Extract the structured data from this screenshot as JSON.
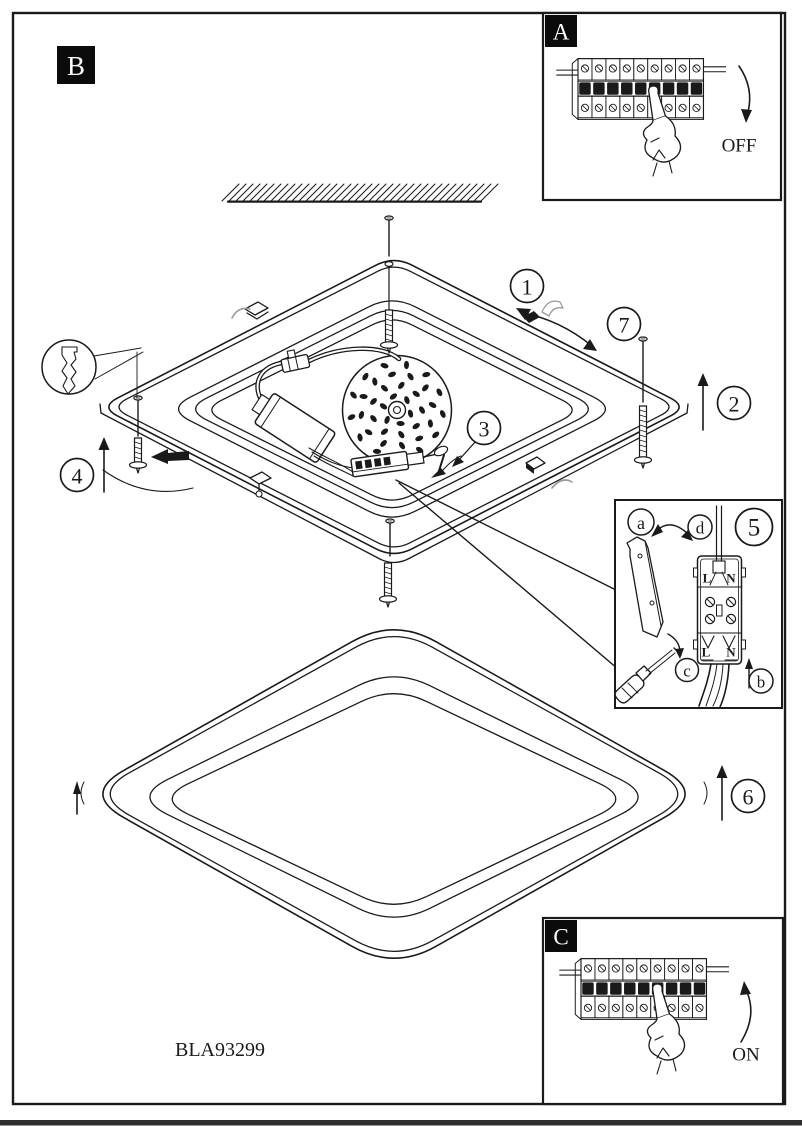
{
  "document": {
    "code": "BLA93299"
  },
  "sections": {
    "main": {
      "label": "B"
    },
    "breaker_off": {
      "label": "A",
      "status": "OFF"
    },
    "breaker_on": {
      "label": "C",
      "status": "ON"
    },
    "wiring": {
      "step": "5",
      "callout_a": "a",
      "callout_b": "b",
      "callout_c": "c",
      "callout_d": "d",
      "terminal": {
        "top_l": "L",
        "top_n": "N",
        "bottom_l": "L",
        "bottom_n": "N"
      }
    }
  },
  "steps": {
    "s1": "1",
    "s2": "2",
    "s3": "3",
    "s4": "4",
    "s6": "6",
    "s7": "7"
  },
  "colors": {
    "ink": "#1a1a1a",
    "paper": "#ffffff",
    "label_bg": "#0b0b0b",
    "label_fg": "#ffffff",
    "divider": "#2e2e2e",
    "hardware_gray": "#9a9a9a"
  }
}
